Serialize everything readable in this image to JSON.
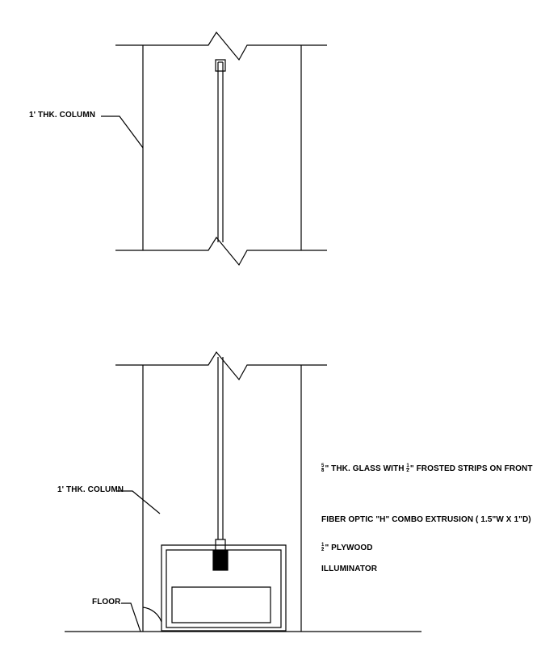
{
  "labels": {
    "top_column": "1' THK. COLUMN",
    "bottom_column": "1' THK. COLUMN",
    "floor": "FLOOR",
    "glass": {
      "frac_num": "5",
      "frac_den": "8",
      "text_a": "\" THK. GLASS WITH ",
      "frac2_num": "1",
      "frac2_den": "2",
      "text_b": "\" FROSTED STRIPS ON FRONT"
    },
    "extrusion": "FIBER OPTIC \"H\" COMBO  EXTRUSION   ( 1.5\"W X 1\"D)",
    "plywood": {
      "frac_num": "1",
      "frac_den": "2",
      "text": "\" PLYWOOD"
    },
    "illuminator": "ILLUMINATOR"
  },
  "colors": {
    "line": "#000000",
    "background": "#ffffff"
  }
}
